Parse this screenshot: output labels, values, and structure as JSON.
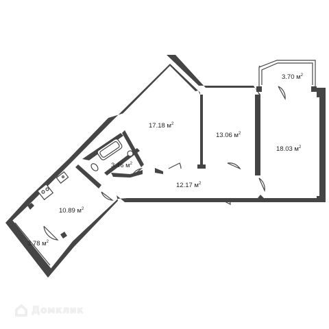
{
  "rooms": [
    {
      "id": "balcony-top",
      "area": "3.70",
      "unit": "м"
    },
    {
      "id": "room-17",
      "area": "17.18",
      "unit": "м"
    },
    {
      "id": "room-13",
      "area": "13.06",
      "unit": "м"
    },
    {
      "id": "room-18",
      "area": "18.03",
      "unit": "м"
    },
    {
      "id": "bathroom",
      "area": "3.46",
      "unit": "м"
    },
    {
      "id": "corridor",
      "area": "12.17",
      "unit": "м"
    },
    {
      "id": "kitchen",
      "area": "10.89",
      "unit": "м"
    },
    {
      "id": "balcony-left",
      "area": "3.78",
      "unit": "м"
    }
  ],
  "unit_power": "2",
  "watermark": {
    "text": "Домклик"
  },
  "colors": {
    "wall": "#454545",
    "floor": "#ffffff",
    "watermark": "#f0f0f0"
  }
}
